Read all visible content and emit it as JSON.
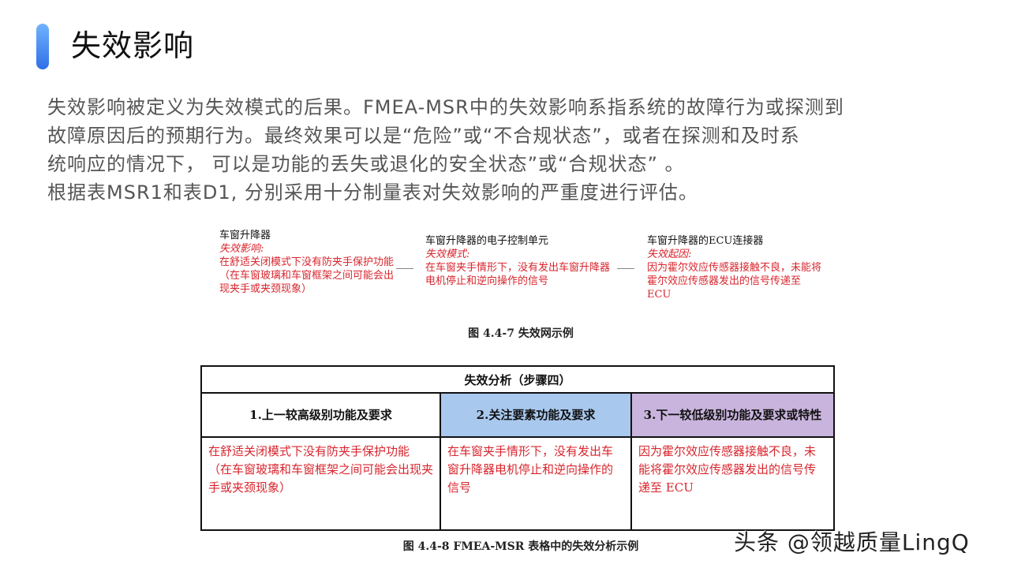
{
  "title": "失效影响",
  "intro": [
    "失效影响被定义为失效模式的后果。FMEA-MSR中的失效影响系指系统的故障行为或探测到",
    "故障原因后的预期行为。最终效果可以是“危险”或“不合规状态”，或者在探测和及时系",
    "统响应的情况下， 可以是功能的丢失或退化的安全状态”或“合规状态” 。",
    "根据表MSR1和表D1, 分别采用十分制量表对失效影响的严重度进行评估。"
  ],
  "failure_net": {
    "node1": {
      "title": "车窗升降器",
      "label": "失效影响:",
      "text": "在舒适关闭模式下没有防夹手保护功能",
      "note": "（在车窗玻璃和车窗框架之间可能会出现夹手或夹颈现象）"
    },
    "node2": {
      "title": "车窗升降器的电子控制单元",
      "label": "失效模式:",
      "text": "在车窗夹手情形下，没有发出车窗升降器电机停止和逆向操作的信号"
    },
    "node3": {
      "title": "车窗升降器的ECU连接器",
      "label": "失效起因:",
      "text": "因为霍尔效应传感器接触不良，未能将霍尔效应传感器发出的信号传递至ECU"
    },
    "caption": "图 4.4-7  失效网示例"
  },
  "analysis_table": {
    "heading": "失效分析（步骤四）",
    "columns": [
      "1.上一较高级别功能及要求",
      "2.关注要素功能及要求",
      "3.下一较低级别功能及要求或特性"
    ],
    "cells": [
      "在舒适关闭模式下没有防夹手保护功能",
      "在车窗夹手情形下，没有发出车窗升降器电机停止和逆向操作的信号",
      "因为霍尔效应传感器接触不良，未能将霍尔效应传感器发出的信号传递至 ECU"
    ],
    "cell1_note": "（在车窗玻璃和车窗框架之间可能会出现夹手或夹颈现象）",
    "caption": "图  4.4-8 FMEA-MSR 表格中的失效分析示例"
  },
  "watermark": "头条 @领越质量LingQ",
  "colors": {
    "accent": "#2f6fe6",
    "red_text": "#d8262e",
    "col2_bg": "#a8c8ee",
    "col3_bg": "#c9b4dd"
  }
}
